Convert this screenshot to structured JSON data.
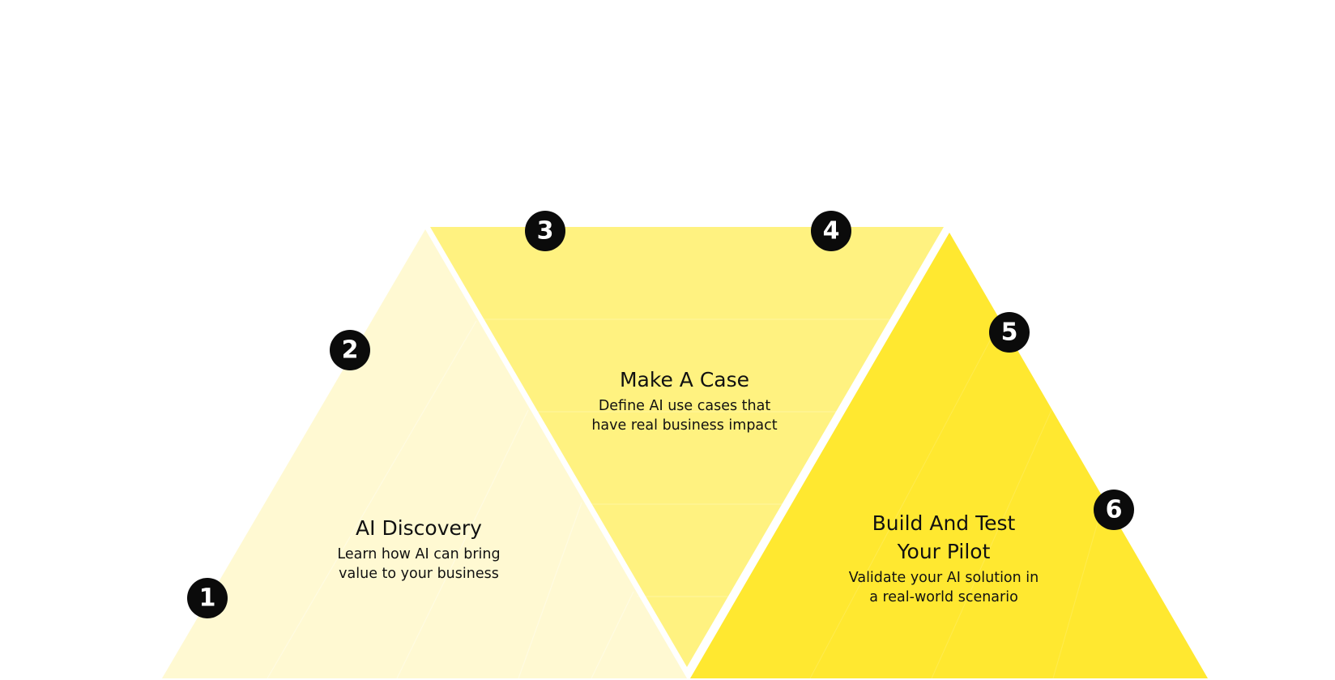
{
  "colors": {
    "stage_discovery": "#FFF9D2",
    "stage_case": "#FFF280",
    "stage_build": "#FFE830",
    "badge": "#0B0B0B",
    "badge_text": "#FFFFFF",
    "text": "#111111"
  },
  "stages": [
    {
      "title": "AI Discovery",
      "description": [
        "Learn how AI can bring",
        "value to your business"
      ]
    },
    {
      "title": "Make A Case",
      "description": [
        "Define AI use cases that",
        "have real business impact"
      ]
    },
    {
      "title_lines": [
        "Build And Test",
        "Your Pilot"
      ],
      "description": [
        "Validate your AI solution in",
        "a real-world scenario"
      ]
    }
  ],
  "steps": [
    "1",
    "2",
    "3",
    "4",
    "5",
    "6"
  ]
}
